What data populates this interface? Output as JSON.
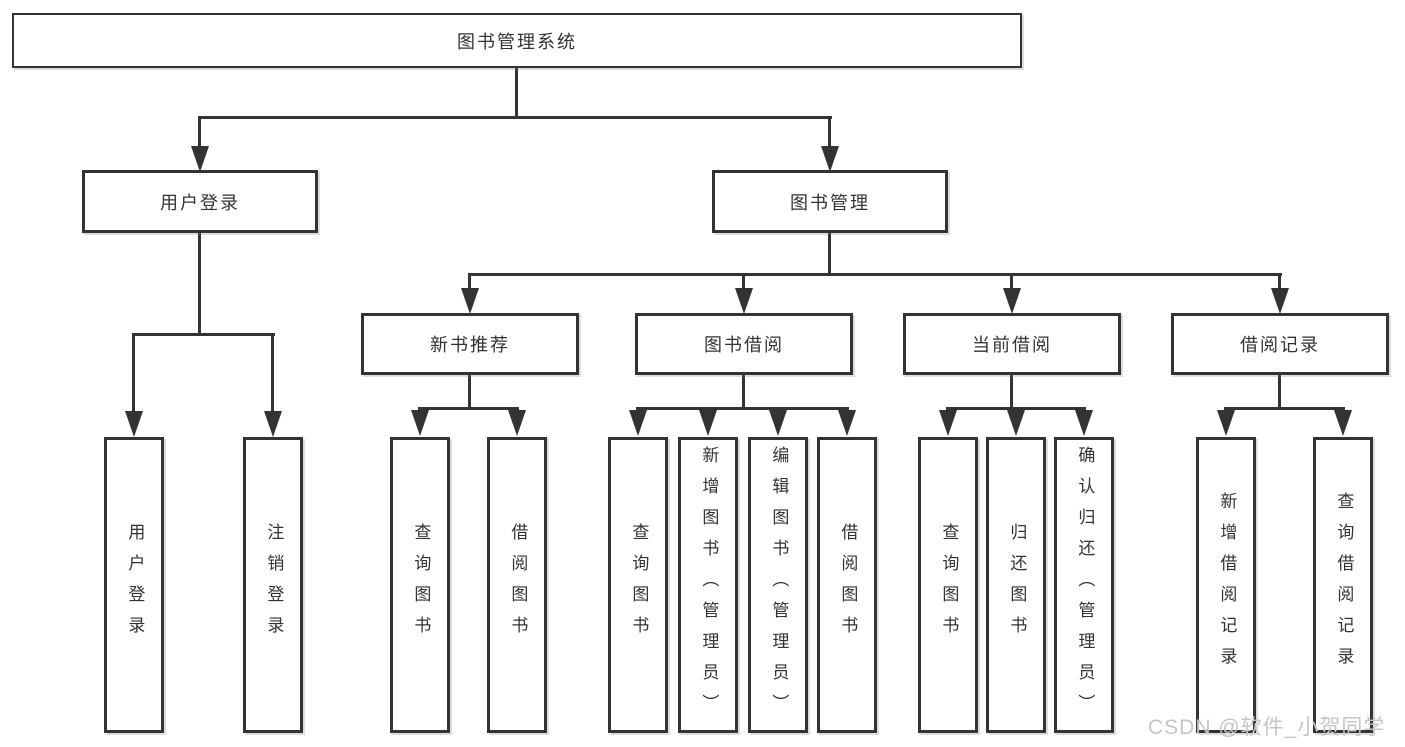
{
  "diagram": {
    "type": "hierarchy-diagram",
    "root": {
      "label": "图书管理系统"
    },
    "level2": [
      {
        "id": "user-login",
        "label": "用户登录",
        "children": [
          "用户登录",
          "注销登录"
        ]
      },
      {
        "id": "book-management",
        "label": "图书管理"
      }
    ],
    "level3": [
      {
        "id": "new-book-recommendation",
        "label": "新书推荐",
        "children": [
          "查询图书",
          "借阅图书"
        ]
      },
      {
        "id": "book-borrowing",
        "label": "图书借阅",
        "children": [
          "查询图书",
          "新增图书（管理员）",
          "编辑图书（管理员）",
          "借阅图书"
        ]
      },
      {
        "id": "current-borrowing",
        "label": "当前借阅",
        "children": [
          "查询图书",
          "归还图书",
          "确认归还（管理员）"
        ]
      },
      {
        "id": "borrowing-records",
        "label": "借阅记录",
        "children": [
          "新增借阅记录",
          "查询借阅记录"
        ]
      }
    ],
    "colors": {
      "line": "#333333",
      "box_border": "#333333",
      "text": "#333333",
      "background": "#ffffff"
    }
  },
  "watermark": {
    "text": "CSDN @软件_小贺同学",
    "color": "#c6c6c6"
  }
}
